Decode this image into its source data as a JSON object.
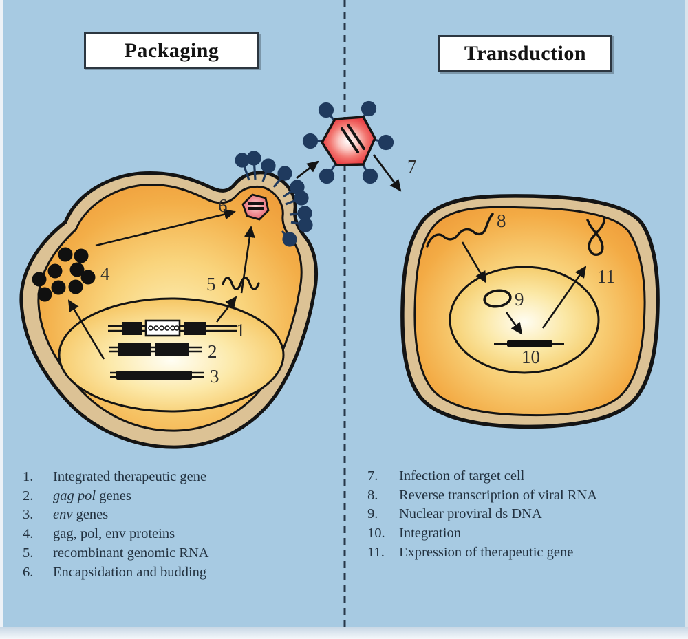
{
  "titles": {
    "left": "Packaging",
    "right": "Transduction"
  },
  "diagram": {
    "labels": {
      "n1": "1",
      "n2": "2",
      "n3": "3",
      "n4": "4",
      "n5": "5",
      "n6": "6",
      "n7": "7",
      "n8": "8",
      "n9": "9",
      "n10": "10",
      "n11": "11"
    },
    "icons": [
      "virus-particle-icon",
      "budding-virion-icon",
      "receptor-spike-icon",
      "protein-dot-icon",
      "rna-squiggle-icon",
      "proviral-dna-oval-icon",
      "integration-bar-icon",
      "therapeutic-protein-loop-icon",
      "gene-construct-icon"
    ],
    "colors": {
      "background": "#a7cae2",
      "membrane_tan": "#dcc295",
      "cell_orange": "#ee9a38",
      "nucleus_light": "#fffef4",
      "virus_red": "#e63840",
      "spike_navy": "#1f3a5e",
      "ink": "#141414",
      "legend_text": "#22313f"
    }
  },
  "legend_left": {
    "items": [
      {
        "num": "1.",
        "italic": "",
        "rest": "Integrated therapeutic gene"
      },
      {
        "num": "2.",
        "italic": "gag pol",
        "rest": " genes"
      },
      {
        "num": "3.",
        "italic": "env",
        "rest": " genes"
      },
      {
        "num": "4.",
        "italic": "",
        "rest": "gag, pol, env proteins"
      },
      {
        "num": "5.",
        "italic": "",
        "rest": "recombinant genomic RNA"
      },
      {
        "num": "6.",
        "italic": "",
        "rest": "Encapsidation and budding"
      }
    ]
  },
  "legend_right": {
    "items": [
      {
        "num": "7.",
        "italic": "",
        "rest": "Infection of target cell"
      },
      {
        "num": "8.",
        "italic": "",
        "rest": "Reverse transcription of viral RNA"
      },
      {
        "num": "9.",
        "italic": "",
        "rest": "Nuclear proviral ds DNA"
      },
      {
        "num": "10.",
        "italic": "",
        "rest": "Integration"
      },
      {
        "num": "11.",
        "italic": "",
        "rest": "Expression of therapeutic gene"
      }
    ]
  }
}
